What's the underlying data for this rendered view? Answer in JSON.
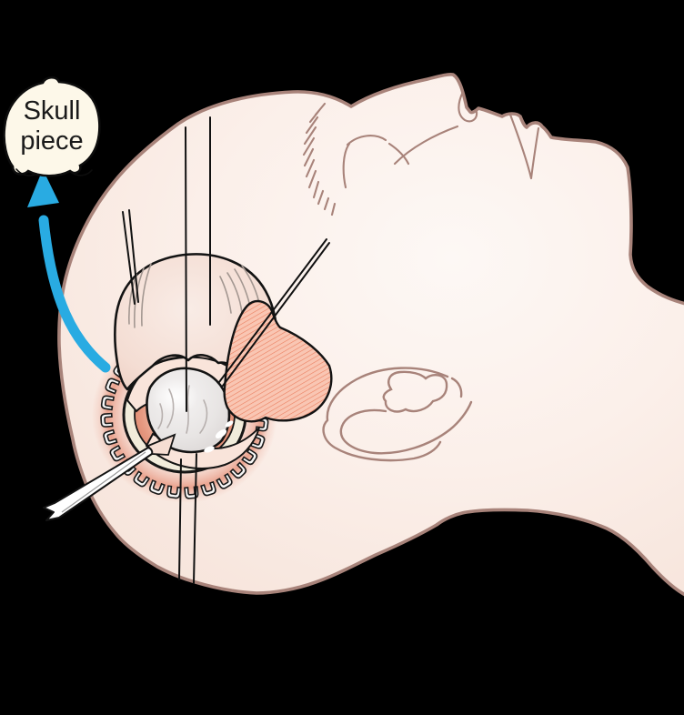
{
  "figure": {
    "type": "medical-illustration",
    "subject": "Craniotomy: side view of a supine head with skull opening, retractor hooks, reflected scalp flap, temporalis muscle and exposed brain",
    "label": {
      "full": "Skull piece",
      "line1": "Skull",
      "line2": "piece"
    }
  },
  "colors": {
    "background": "#000000",
    "skin": "#fbefe9",
    "skin_outline": "#a8837a",
    "drawing_line": "#1a1a1a",
    "arrow_blue": "#29abe2",
    "skull_piece_fill": "#fdf8e9",
    "bone_ring": "#f1ecdb",
    "dura_deep_pink": "#e79a82",
    "dura_pale_pink": "#f9e4da",
    "brain_gray": "#e8e5e4",
    "muscle_salmon": "#f9c6b3",
    "muscle_hatch": "#eb7f60",
    "hook_metal": "#f6f6f6"
  }
}
